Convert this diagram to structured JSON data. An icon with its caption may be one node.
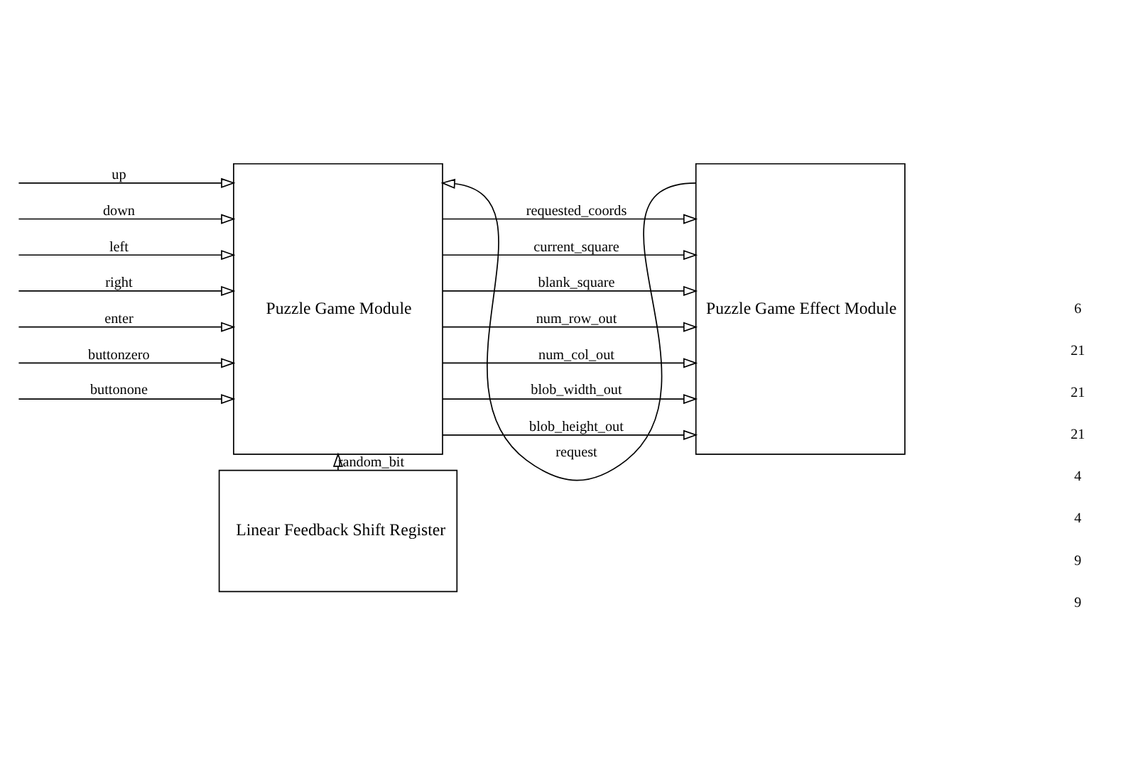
{
  "diagram": {
    "nodes": [
      {
        "text": [
          "Puzzle Game Module"
        ]
      },
      {
        "text": [
          "Puzzle Game Effect Module"
        ]
      },
      {
        "text": [
          "Linear Feedback Shift Register"
        ]
      }
    ],
    "edges": [
      {
        "from": null,
        "to": 0,
        "arrow": "to",
        "label": "up"
      },
      {
        "from": null,
        "to": 0,
        "arrow": "to",
        "label": "down"
      },
      {
        "from": null,
        "to": 0,
        "arrow": "to",
        "label": "left"
      },
      {
        "from": null,
        "to": 0,
        "arrow": "to",
        "label": "right"
      },
      {
        "from": null,
        "to": 0,
        "arrow": "to",
        "label": "enter"
      },
      {
        "from": null,
        "to": 0,
        "arrow": "to",
        "label": "buttonzero"
      },
      {
        "from": null,
        "to": 0,
        "arrow": "to",
        "label": "buttonone"
      },
      {
        "from": 1,
        "to": 0,
        "arrow": "to",
        "label": "request"
      },
      {
        "from": 0,
        "to": 1,
        "arrow": "to",
        "label": "requested_coords"
      },
      {
        "from": 0,
        "to": 1,
        "arrow": "to",
        "label": "current_square"
      },
      {
        "from": 0,
        "to": 1,
        "arrow": "to",
        "label": "blank_square"
      },
      {
        "from": 0,
        "to": 1,
        "arrow": "to",
        "label": "num_row_out"
      },
      {
        "from": 0,
        "to": 1,
        "arrow": "to",
        "label": "num_col_out"
      },
      {
        "from": 0,
        "to": 1,
        "arrow": "to",
        "label": "blob_width_out"
      },
      {
        "from": 0,
        "to": 1,
        "arrow": "to",
        "label": "blob_height_out"
      },
      {
        "from": 2,
        "to": 0,
        "arrow": "to",
        "label": "random_bit"
      }
    ],
    "labels": [
      "6",
      "21",
      "21",
      "21",
      "4",
      "4",
      "9",
      "9"
    ]
  }
}
